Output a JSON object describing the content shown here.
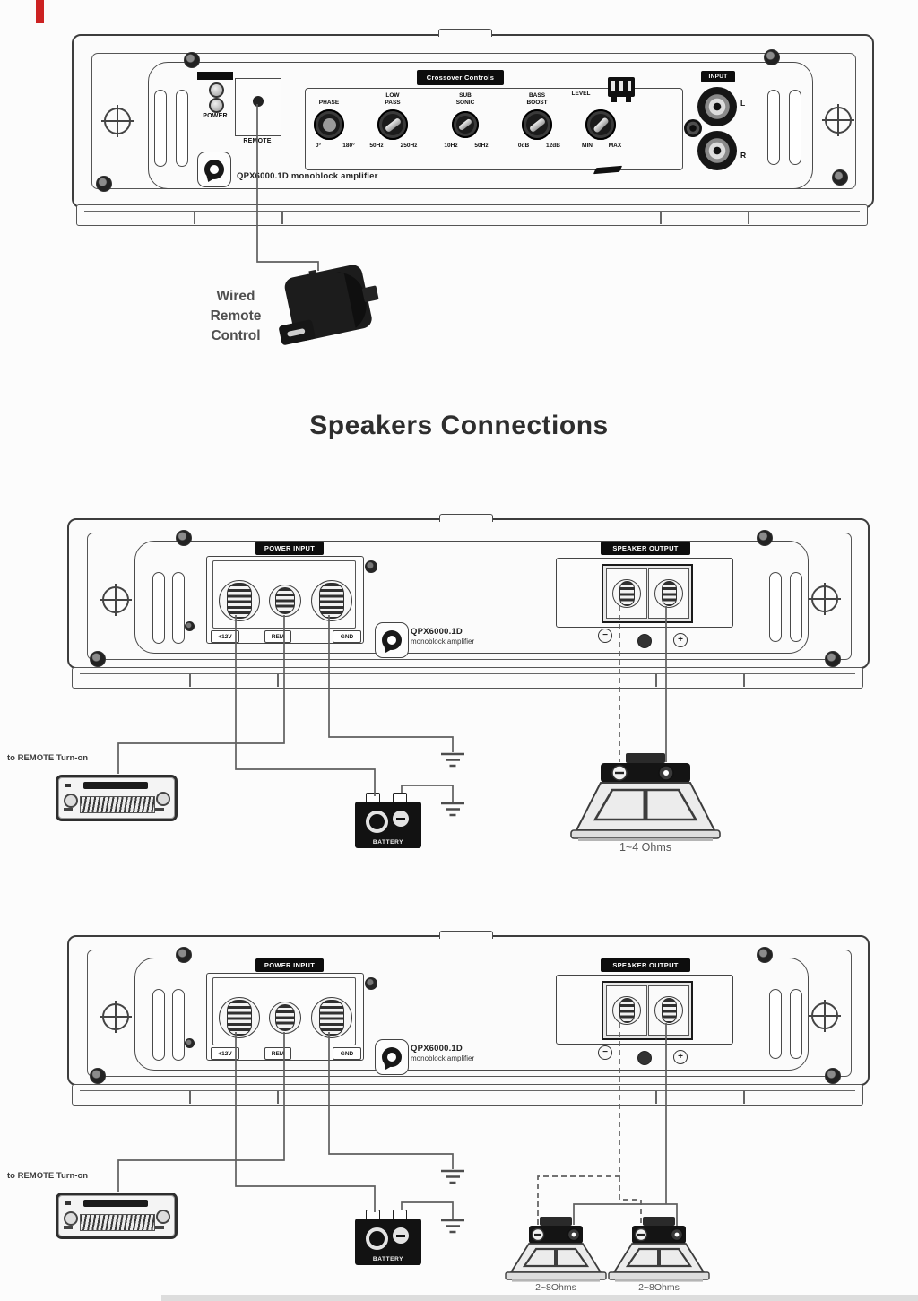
{
  "heading": "Speakers Connections",
  "front_panel": {
    "power_label": "POWER",
    "remote_label": "REMOTE",
    "crossover_label": "Crossover Controls",
    "model": "QPX6000.1D monoblock amplifier",
    "knobs": [
      {
        "label": "PHASE",
        "min": "0°",
        "max": "180°"
      },
      {
        "label": "LOW\nPASS",
        "min": "50Hz",
        "max": "250Hz"
      },
      {
        "label": "SUB\nSONIC",
        "min": "10Hz",
        "max": "50Hz"
      },
      {
        "label": "BASS\nBOOST",
        "min": "0dB",
        "max": "12dB"
      },
      {
        "label": "LEVEL",
        "min": "MIN",
        "max": "MAX"
      }
    ],
    "input_label": "INPUT",
    "channel_left": "L",
    "channel_right": "R"
  },
  "remote_control": {
    "caption_line1": "Wired",
    "caption_line2": "Remote",
    "caption_line3": "Control"
  },
  "rear_panel": {
    "power_input_label": "POWER INPUT",
    "terminal_12v": "+12V",
    "terminal_rem": "REM",
    "terminal_gnd": "GND",
    "speaker_output_label": "SPEAKER OUTPUT",
    "minus_symbol": "−",
    "plus_symbol": "+",
    "model_line1": "QPX6000.1D",
    "model_line2": "monoblock amplifier"
  },
  "diagram_single": {
    "remote_note": "to REMOTE Turn-on",
    "battery_label": "BATTERY",
    "speaker_impedance": "1~4 Ohms"
  },
  "diagram_dual": {
    "remote_note": "to REMOTE Turn-on",
    "battery_label": "BATTERY",
    "speaker1_impedance": "2~8Ohms",
    "speaker2_impedance": "2~8Ohms"
  },
  "colors": {
    "line": "#5f5f5f",
    "label_bg": "#0d0d0d",
    "panel_bg": "#fbfbfb"
  }
}
